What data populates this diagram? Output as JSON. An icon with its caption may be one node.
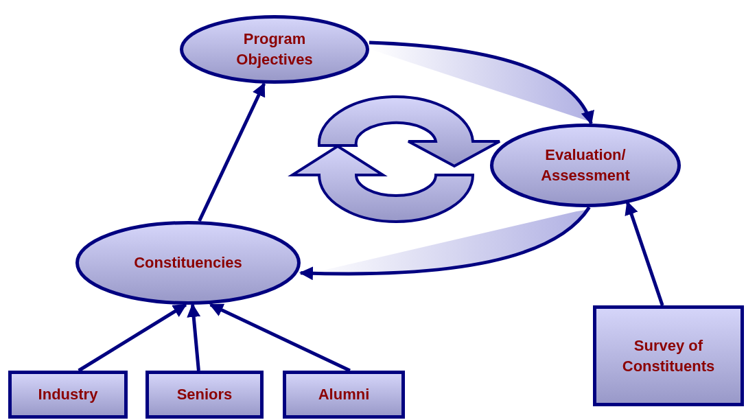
{
  "diagram": {
    "nodes": [
      {
        "text": [
          "Program Objectives"
        ]
      },
      {
        "text": [
          "Evaluation/ Assessment"
        ]
      },
      {
        "text": [
          "Constituencies"
        ]
      },
      {
        "text": [
          "Industry"
        ]
      },
      {
        "text": [
          "Seniors"
        ]
      },
      {
        "text": [
          "Alumni"
        ]
      },
      {
        "text": [
          "Survey of Constituents"
        ]
      }
    ],
    "edges": [
      {
        "from": 2,
        "to": 0,
        "arrow": "to"
      },
      {
        "from": 0,
        "to": 1,
        "arrow": "to"
      },
      {
        "from": 1,
        "to": 2,
        "arrow": "to"
      },
      {
        "from": 3,
        "to": 2,
        "arrow": "to"
      },
      {
        "from": 4,
        "to": 2,
        "arrow": "to"
      },
      {
        "from": 5,
        "to": 2,
        "arrow": "to"
      },
      {
        "from": 6,
        "to": 1,
        "arrow": "to"
      }
    ]
  }
}
